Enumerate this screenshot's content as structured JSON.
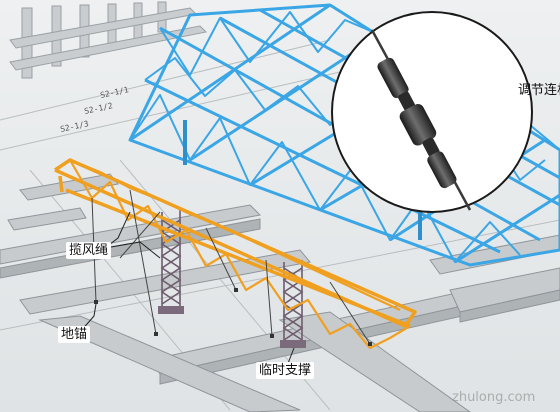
{
  "labels": {
    "adjust_rod": "调节连杆",
    "guy_rope": "揽风绳",
    "ground_anchor": "地锚",
    "temp_support": "临时支撑"
  },
  "grid_tags": [
    "S2-1/1",
    "S2-1/2",
    "S2-1/3"
  ],
  "watermark": "zhulong.com",
  "colors": {
    "space_truss": "#3aa6e6",
    "orange_truss": "#f0a020",
    "support_tower": "#6d5d6e",
    "concrete_beam": "#c7cbcd",
    "floor": "#e4e7e9",
    "guy_rope": "#444444",
    "callout_bg": "#ffffff"
  }
}
